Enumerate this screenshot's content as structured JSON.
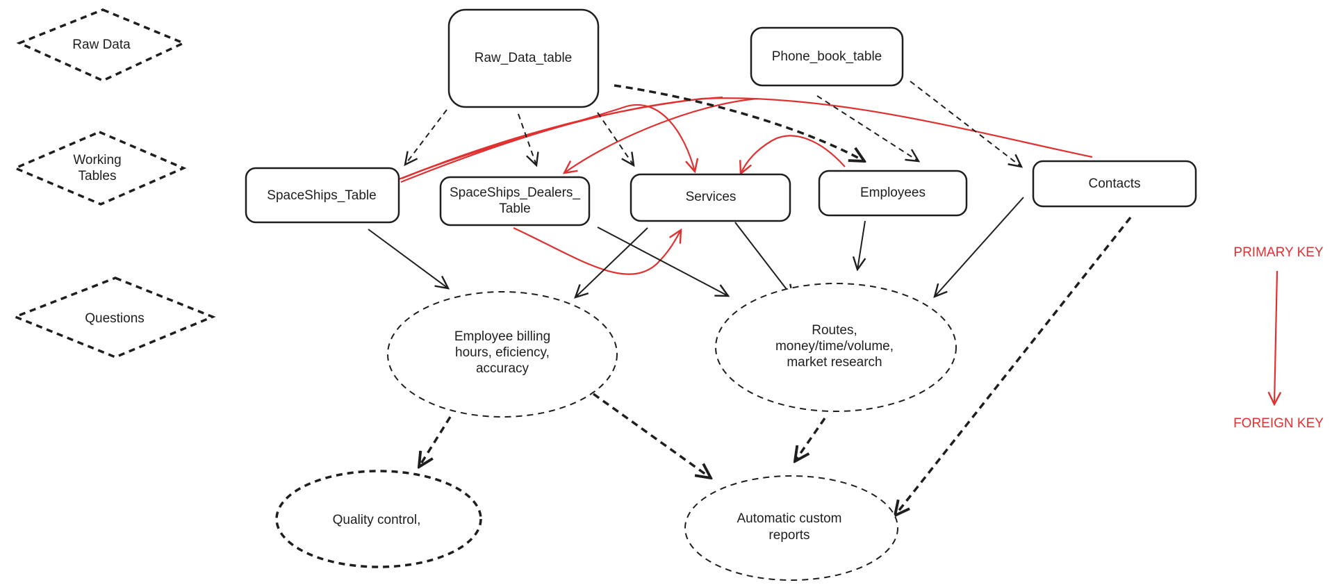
{
  "colors": {
    "ink": "#1e1e1e",
    "key_red": "#e03131"
  },
  "categories": {
    "raw": "Raw Data",
    "working_line1": "Working",
    "working_line2": "Tables",
    "questions": "Questions"
  },
  "tables": {
    "raw_data": "Raw_Data_table",
    "phone_book": "Phone_book_table",
    "spaceships": "SpaceShips_Table",
    "dealers_line1": "SpaceShips_Dealers_",
    "dealers_line2": "Table",
    "services": "Services",
    "employees": "Employees",
    "contacts": "Contacts"
  },
  "questions": {
    "billing_line1": "Employee billing",
    "billing_line2": "hours, eficiency,",
    "billing_line3": "accuracy",
    "routes_line1": "Routes,",
    "routes_line2": "money/time/volume,",
    "routes_line3": "market research"
  },
  "outputs": {
    "quality": "Quality control,",
    "reports_line1": "Automatic custom",
    "reports_line2": "reports"
  },
  "legend": {
    "primary": "PRIMARY KEY",
    "foreign": "FOREIGN KEY"
  }
}
